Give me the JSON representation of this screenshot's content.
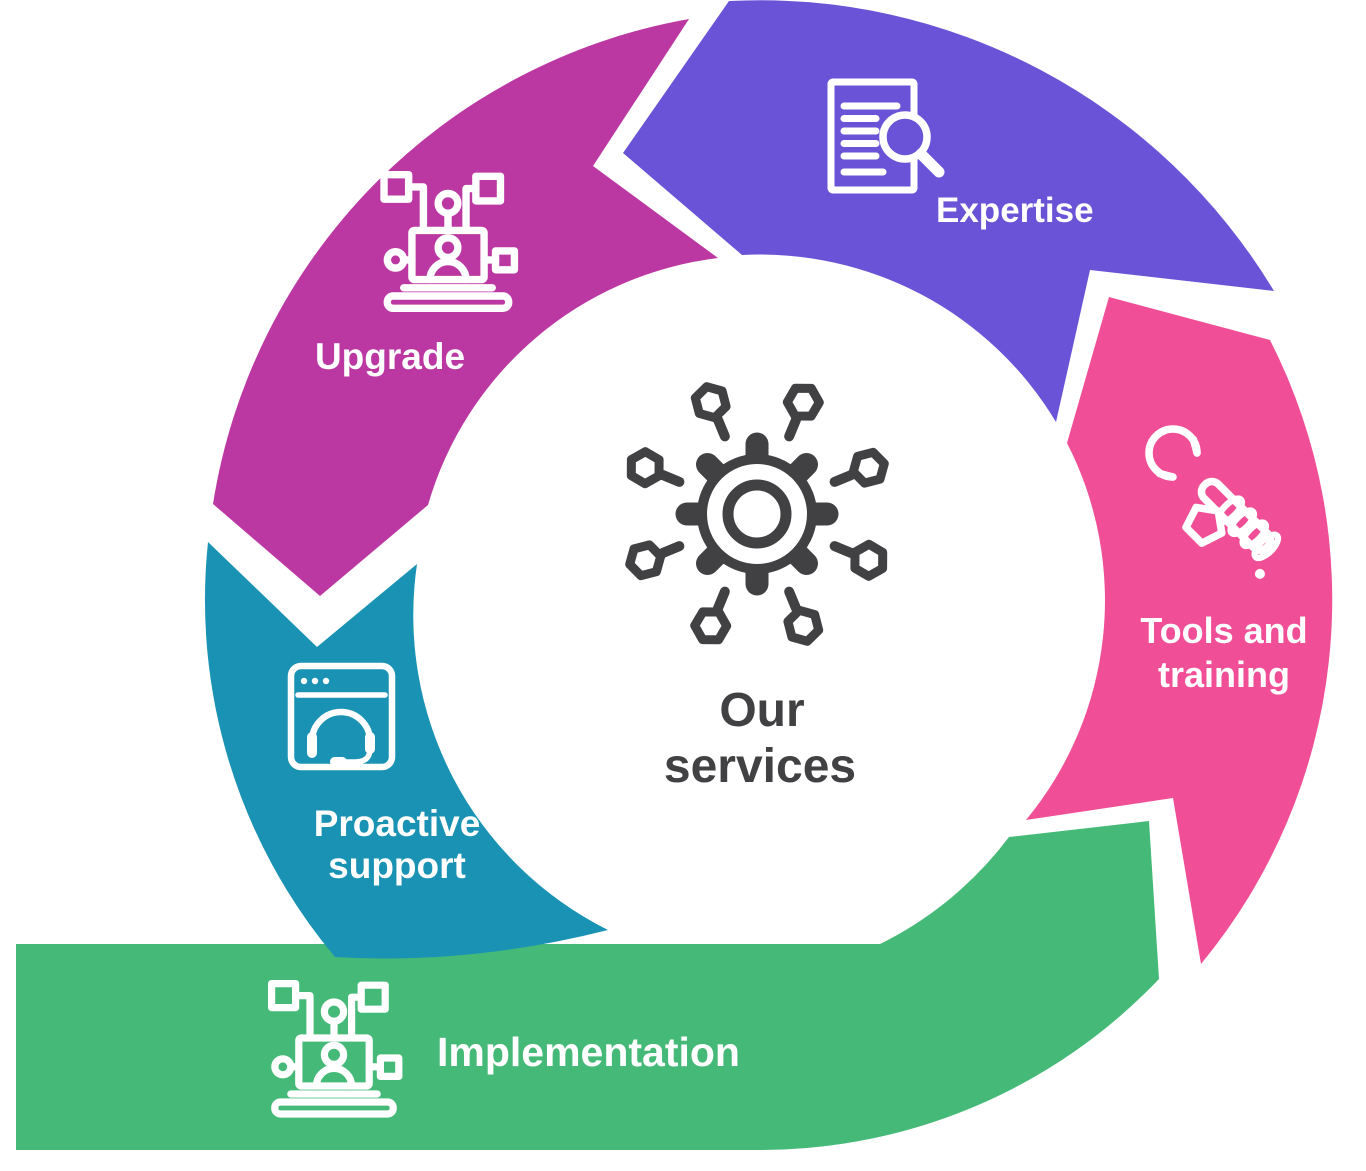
{
  "center": {
    "label_line1": "Our",
    "label_line2": "services",
    "icon": "gear-network-icon"
  },
  "segments": [
    {
      "name": "Expertise",
      "color": "#6A53D6",
      "icon": "document-search-icon"
    },
    {
      "name_line1": "Tools and",
      "name_line2": "training",
      "color": "#F04F97",
      "icon": "wrench-icon"
    },
    {
      "name": "Implementation",
      "color": "#45B978",
      "icon": "laptop-workflow-icon"
    },
    {
      "name_line1": "Proactive",
      "name_line2": "support",
      "color": "#1A92B4",
      "icon": "browser-headset-icon"
    },
    {
      "name": "Upgrade",
      "color": "#BB38A3",
      "icon": "laptop-workflow-icon"
    }
  ],
  "colors": {
    "ink": "#414042",
    "icon_stroke": "#FFFFFF",
    "background": "#FFFFFF"
  }
}
